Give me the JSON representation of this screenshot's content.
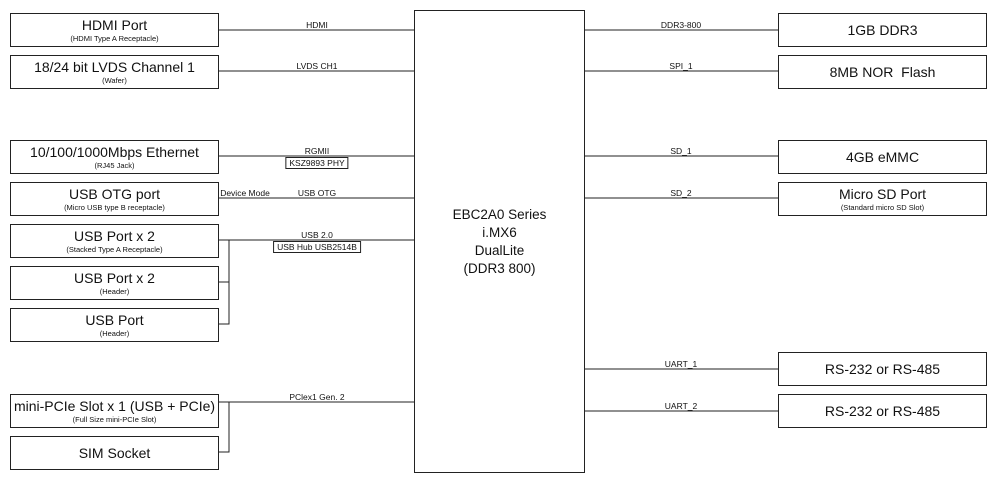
{
  "processor": {
    "lines": [
      "EBC2A0 Series",
      "i.MX6",
      "DualLite",
      "(DDR3 800)"
    ]
  },
  "left_blocks": [
    {
      "title": "HDMI Port",
      "subtitle": "(HDMI Type A Receptacle)"
    },
    {
      "title": "18/24 bit LVDS Channel 1",
      "subtitle": "(Wafer)"
    },
    {
      "title": "10/100/1000Mbps Ethernet",
      "subtitle": "(RJ45 Jack)"
    },
    {
      "title": "USB OTG port",
      "subtitle": "(Micro USB type B receptacle)"
    },
    {
      "title": "USB Port x 2",
      "subtitle": "(Stacked Type A Receptacle)"
    },
    {
      "title": "USB Port x 2",
      "subtitle": "(Header)"
    },
    {
      "title": "USB Port",
      "subtitle": "(Header)"
    },
    {
      "title": "mini-PCIe Slot x 1 (USB + PCIe)",
      "subtitle": "(Full Size mini-PCIe Slot)"
    },
    {
      "title": "SIM Socket",
      "subtitle": ""
    }
  ],
  "right_blocks": [
    {
      "title": "1GB DDR3",
      "subtitle": ""
    },
    {
      "title": "8MB NOR  Flash",
      "subtitle": ""
    },
    {
      "title": "4GB eMMC",
      "subtitle": ""
    },
    {
      "title": "Micro SD Port",
      "subtitle": "(Standard micro SD Slot)"
    },
    {
      "title": "RS-232 or RS-485",
      "subtitle": ""
    },
    {
      "title": "RS-232 or RS-485",
      "subtitle": ""
    }
  ],
  "bus_labels": {
    "hdmi": "HDMI",
    "lvds": "LVDS CH1",
    "rgmii": "RGMII",
    "phy": "KSZ9893 PHY",
    "device_mode": "Device Mode",
    "usb_otg": "USB OTG",
    "usb20": "USB 2.0",
    "usb_hub": "USB Hub USB2514B",
    "pcie": "PClex1 Gen. 2",
    "ddr3": "DDR3-800",
    "spi": "SPI_1",
    "sd1": "SD_1",
    "sd2": "SD_2",
    "uart1": "UART_1",
    "uart2": "UART_2"
  }
}
